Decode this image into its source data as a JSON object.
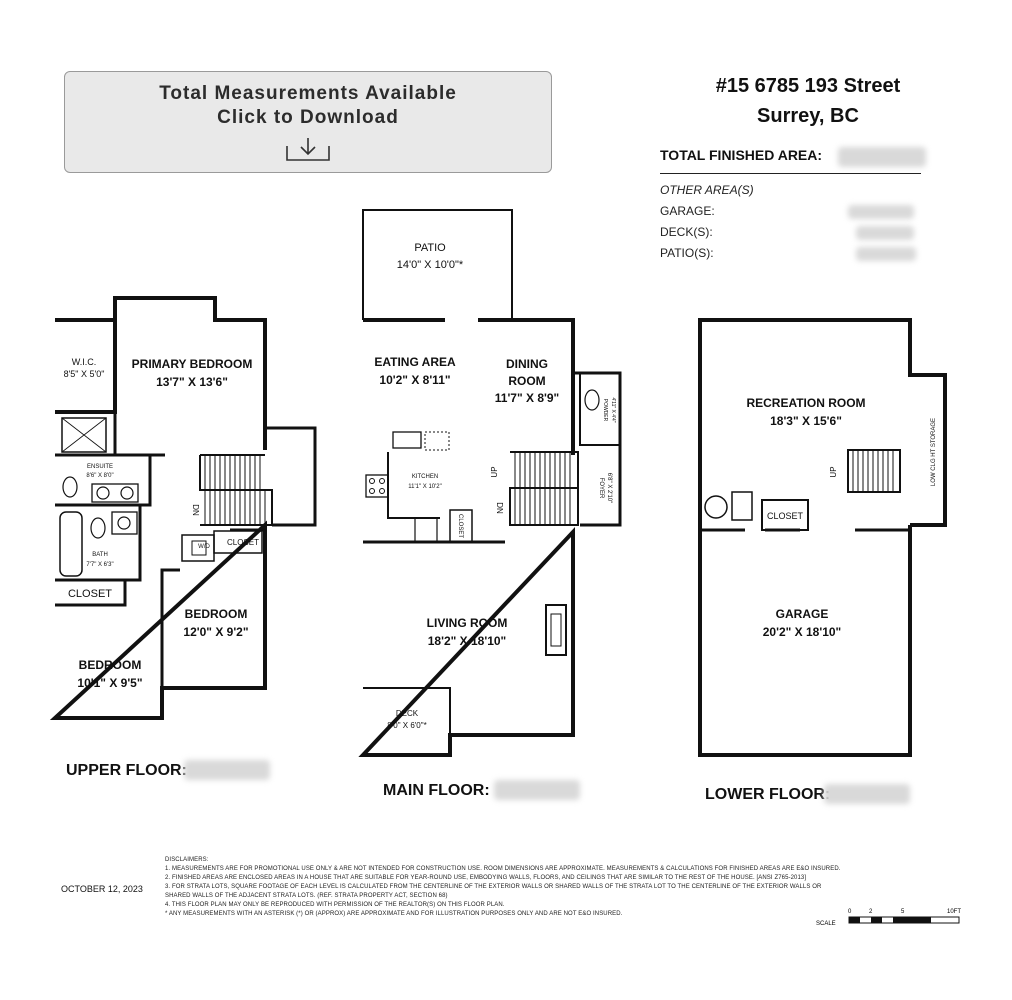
{
  "download": {
    "line1": "Total Measurements Available",
    "line2": "Click to Download"
  },
  "address": {
    "line1": "#15 6785 193 Street",
    "line2": "Surrey, BC"
  },
  "areas": {
    "total_finished_label": "TOTAL FINISHED AREA:",
    "other_label": "OTHER AREA(S)",
    "garage_label": "GARAGE:",
    "deck_label": "DECK(S):",
    "patio_label": "PATIO(S):"
  },
  "floors": {
    "upper_label": "UPPER FLOOR:",
    "main_label": "MAIN FLOOR:",
    "lower_label": "LOWER FLOOR:"
  },
  "rooms": {
    "wic_name": "W.I.C.",
    "wic_dim": "8'5\" X 5'0\"",
    "primary_name": "PRIMARY BEDROOM",
    "primary_dim": "13'7\" X 13'6\"",
    "ensuite_name": "ENSUITE",
    "ensuite_dim": "8'6\" X 8'0\"",
    "bath_name": "BATH",
    "bath_dim": "7'7\" X 6'3\"",
    "closet": "CLOSET",
    "wd": "W/D",
    "dn": "DN",
    "up": "UP",
    "bedroom_name": "BEDROOM",
    "bedroom2_dim": "12'0\" X 9'2\"",
    "bedroom3_dim": "10'1\" X 9'5\"",
    "patio_name": "PATIO",
    "patio_dim": "14'0\" X 10'0\"*",
    "eating_name": "EATING AREA",
    "eating_dim": "10'2\" X 8'11\"",
    "dining_name1": "DINING",
    "dining_name2": "ROOM",
    "dining_dim": "11'7\" X 8'9\"",
    "kitchen_name": "KITCHEN",
    "kitchen_dim": "11'1\" X 10'2\"",
    "foyer": "FOYER",
    "foyer_dim": "6'8\" X 2'10\"",
    "powder": "POWDER",
    "powder_dim": "4'11\" X 4'4\"",
    "living_name": "LIVING ROOM",
    "living_dim": "18'2\" X 18'10\"",
    "deck_name": "DECK",
    "deck_dim": "8'0\" X 6'0\"*",
    "rec_name": "RECREATION ROOM",
    "rec_dim": "18'3\" X 15'6\"",
    "storage": "LOW CLG HT STORAGE",
    "garage_name": "GARAGE",
    "garage_dim": "20'2\" X 18'10\""
  },
  "footer": {
    "date": "OCTOBER 12, 2023",
    "disclaimers_title": "DISCLAIMERS:",
    "d1": "1. MEASUREMENTS ARE FOR PROMOTIONAL USE ONLY & ARE NOT INTENDED FOR CONSTRUCTION USE. ROOM DIMENSIONS ARE APPROXIMATE. MEASUREMENTS & CALCULATIONS FOR FINISHED AREAS ARE E&O INSURED.",
    "d2": "2. FINISHED AREAS ARE ENCLOSED AREAS IN A HOUSE THAT ARE SUITABLE FOR YEAR-ROUND USE, EMBODYING WALLS, FLOORS, AND CEILINGS THAT ARE SIMILAR TO THE REST OF THE HOUSE. [ANSI Z765-2013]",
    "d3a": "3. FOR STRATA LOTS, SQUARE FOOTAGE OF EACH LEVEL IS CALCULATED FROM THE CENTERLINE OF THE EXTERIOR WALLS OR SHARED WALLS OF THE STRATA LOT TO THE CENTERLINE OF THE EXTERIOR WALLS OR",
    "d3b": "SHARED WALLS OF THE ADJACENT STRATA LOTS. (REF. STRATA PROPERTY ACT, SECTION 68)",
    "d4": "4. THIS FLOOR PLAN MAY ONLY BE REPRODUCED WITH PERMISSION OF THE REALTOR(S) ON THIS FLOOR PLAN.",
    "d5": "* ANY MEASUREMENTS WITH AN ASTERISK (*) OR (APPROX) ARE APPROXIMATE AND FOR ILLUSTRATION PURPOSES ONLY AND ARE NOT E&O INSURED.",
    "scale_label": "SCALE",
    "scale_0": "0",
    "scale_2": "2",
    "scale_5": "5",
    "scale_10": "10FT"
  }
}
